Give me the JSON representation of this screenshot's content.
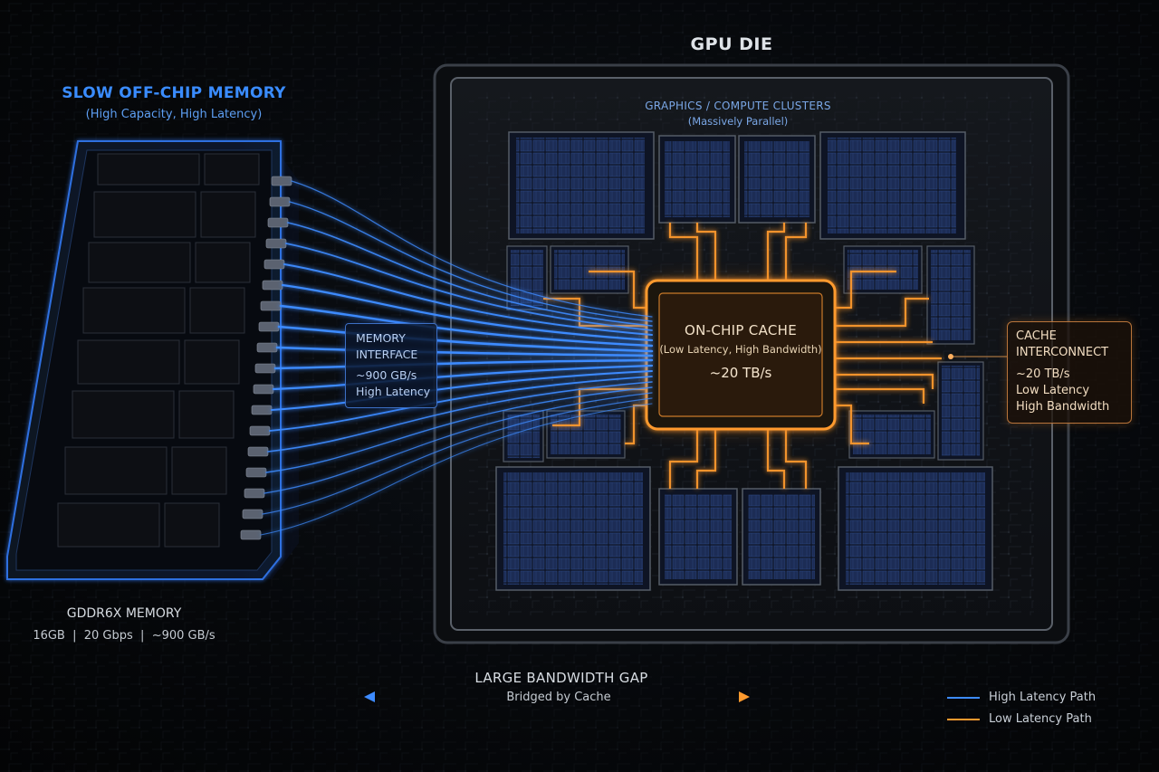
{
  "gpu_die": {
    "title": "GPU DIE",
    "clusters_title": "GRAPHICS / COMPUTE CLUSTERS",
    "clusters_subtitle": "(Massively Parallel)"
  },
  "offchip_memory": {
    "title": "SLOW OFF-CHIP MEMORY",
    "subtitle": "(High Capacity, High Latency)",
    "module_title": "GDDR6X MEMORY",
    "module_specs": "16GB  |  20 Gbps  |  ~900 GB/s"
  },
  "memory_interface": {
    "line1": "MEMORY",
    "line2": "INTERFACE",
    "line3": "~900 GB/s",
    "line4": "High Latency"
  },
  "on_chip_cache": {
    "title": "ON-CHIP CACHE",
    "subtitle": "(Low Latency, High Bandwidth)",
    "bandwidth": "~20 TB/s"
  },
  "cache_interconnect": {
    "line1": "CACHE",
    "line2": "INTERCONNECT",
    "line3": "~20 TB/s",
    "line4": "Low Latency",
    "line5": "High Bandwidth"
  },
  "bandwidth_gap": {
    "title": "LARGE BANDWIDTH GAP",
    "subtitle": "Bridged by Cache"
  },
  "legend": {
    "high_latency": "High Latency Path",
    "low_latency": "Low Latency Path"
  },
  "colors": {
    "high_latency_blue": "#3d8bff",
    "low_latency_orange": "#ff9a2e",
    "die_frame": "#4a4f57",
    "cluster_blue": "#1b2b52"
  },
  "icons": [
    "memory-module",
    "gpu-die",
    "cache-core",
    "arrow-left-icon",
    "arrow-right-icon"
  ]
}
